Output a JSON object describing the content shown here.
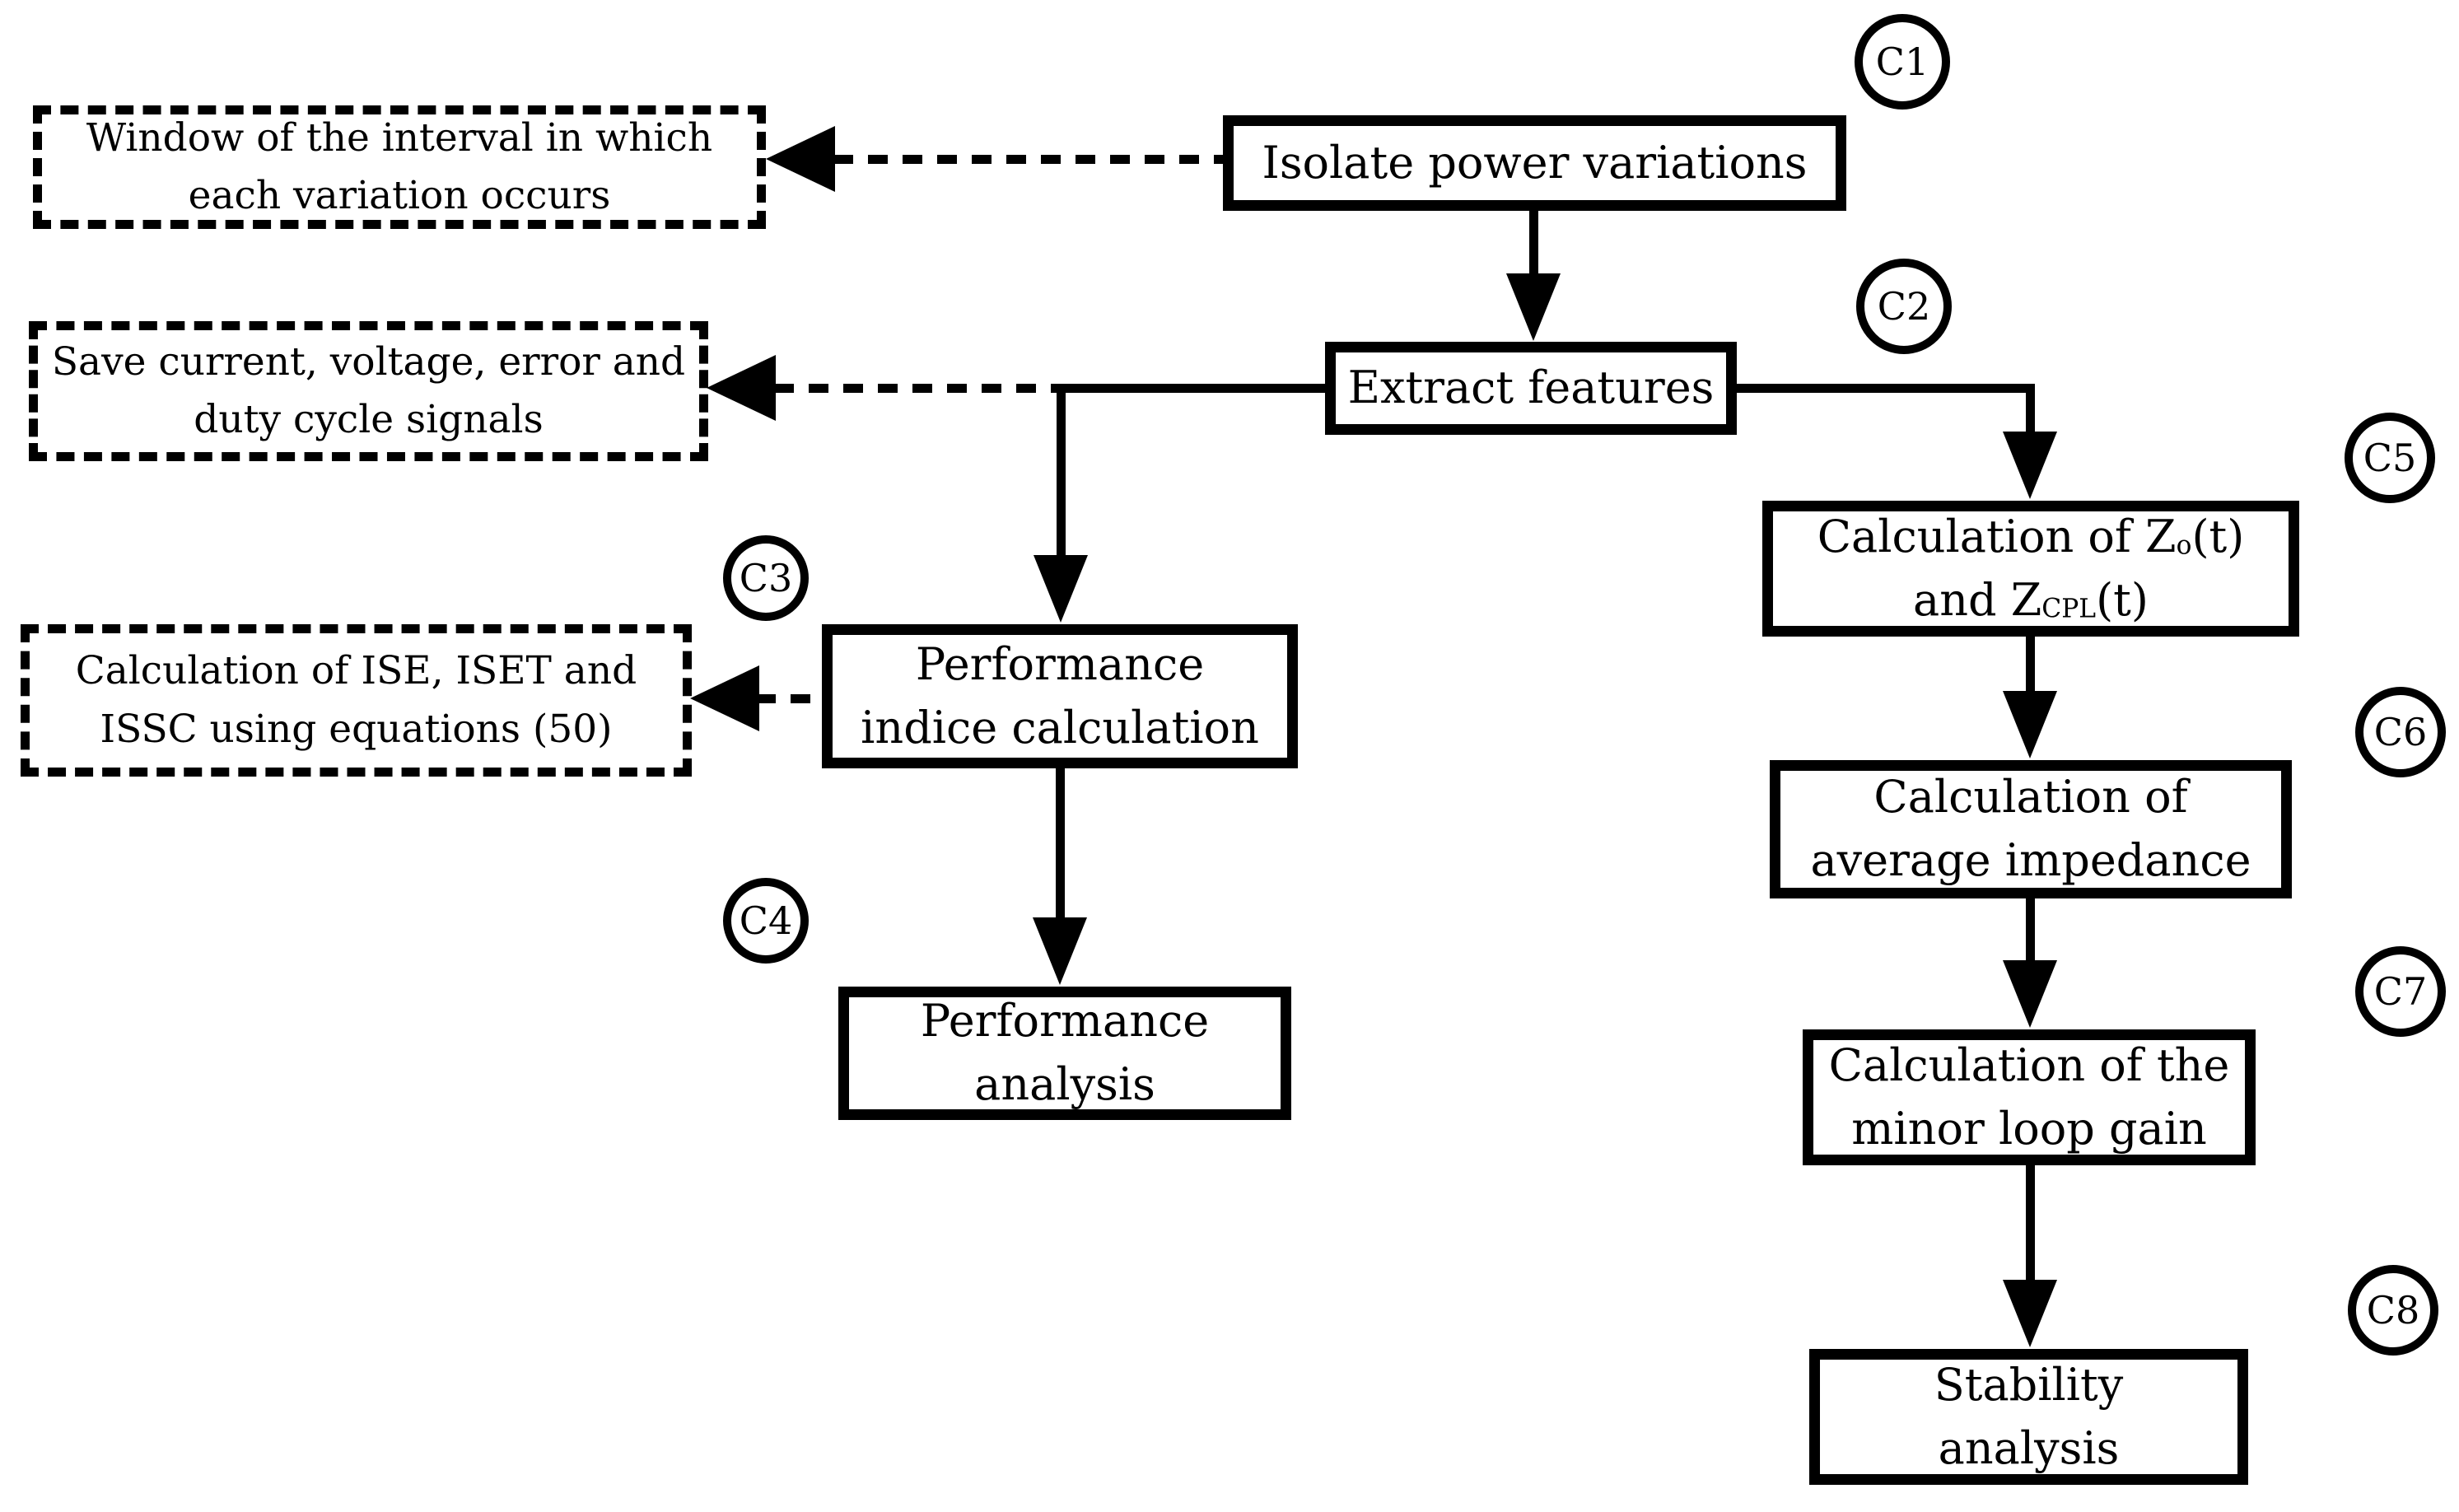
{
  "colors": {
    "ink": "#000000",
    "paper": "#ffffff"
  },
  "badges": {
    "c1": "C1",
    "c2": "C2",
    "c3": "C3",
    "c4": "C4",
    "c5": "C5",
    "c6": "C6",
    "c7": "C7",
    "c8": "C8"
  },
  "nodes": {
    "isolate": {
      "label": "Isolate power variations"
    },
    "extract": {
      "label": "Extract features"
    },
    "perf_indice": {
      "line1": "Performance",
      "line2": "indice calculation"
    },
    "perf_analysis": {
      "line1": "Performance",
      "line2": "analysis"
    },
    "calc_impedances": {
      "line1_pre": "Calculation of Z",
      "line1_sub": "o",
      "line1_post": "(t)",
      "line2_pre": "and Z",
      "line2_sub": "CPL",
      "line2_post": "(t)"
    },
    "avg_impedance": {
      "line1": "Calculation of",
      "line2": "average impedance"
    },
    "minor_loop": {
      "line1": "Calculation of the",
      "line2": "minor loop gain"
    },
    "stability": {
      "line1": "Stability",
      "line2": "analysis"
    }
  },
  "notes": {
    "window": {
      "line1": "Window of the interval in which",
      "line2": "each variation occurs"
    },
    "save_signals": {
      "line1": "Save current, voltage, error and",
      "line2": "duty cycle signals"
    },
    "ise": {
      "line1": "Calculation of ISE, ISET and",
      "line2": "ISSC using equations (50)"
    }
  }
}
